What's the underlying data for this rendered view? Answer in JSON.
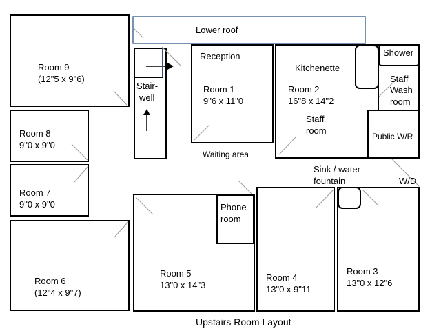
{
  "title": "Upstairs Room Layout",
  "labels": {
    "lower_roof": "Lower roof",
    "room9_name": "Room 9",
    "room9_size": "(12\"5 x 9\"6)",
    "stairwell_1": "Stair-",
    "stairwell_2": "well",
    "reception": "Reception",
    "room1_name": "Room 1",
    "room1_size": "9\"6 x 11\"0",
    "kitchenette": "Kitchenette",
    "shower": "Shower",
    "room2_name": "Room 2",
    "room2_size": "16\"8 x 14\"2",
    "staff_room_1": "Staff",
    "staff_room_2": "room",
    "staff_wash_1": "Staff",
    "staff_wash_2": "Wash",
    "staff_wash_3": "room",
    "public_wr": "Public W/R",
    "room8_name": "Room 8",
    "room8_size": "9\"0 x 9\"0",
    "waiting_area": "Waiting area",
    "sink_1": "Sink / water",
    "sink_2": "fountain",
    "wd": "W/D",
    "room7_name": "Room 7",
    "room7_size": "9\"0 x 9\"0",
    "phone_room_1": "Phone",
    "phone_room_2": "room",
    "room6_name": "Room 6",
    "room6_size": "(12\"4 x 9\"7)",
    "room5_name": "Room 5",
    "room5_size": "13\"0 x 14\"3",
    "room4_name": "Room 4",
    "room4_size": "13\"0 x 9\"11",
    "room3_name": "Room 3",
    "room3_size": "13\"0 x 12\"6"
  }
}
